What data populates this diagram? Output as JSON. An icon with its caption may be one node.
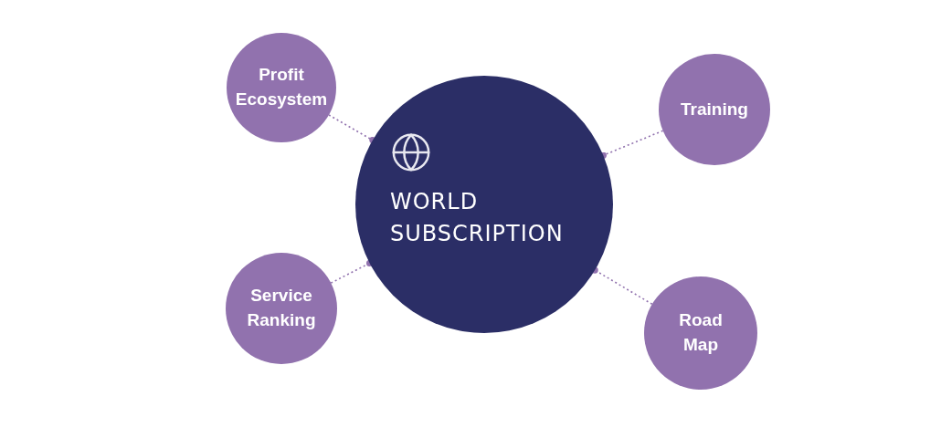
{
  "diagram": {
    "nodes": [
      {
        "text": [
          "WORLD SUBSCRIPTION"
        ]
      },
      {
        "text": [
          "Profit Ecosystem"
        ]
      },
      {
        "text": [
          "Training"
        ]
      },
      {
        "text": [
          "Service Ranking"
        ]
      },
      {
        "text": [
          "Road Map"
        ]
      }
    ],
    "edges": [
      {
        "from": 1,
        "to": 0,
        "arrow": "other",
        "style": "dashed"
      },
      {
        "from": 2,
        "to": 0,
        "arrow": "other",
        "style": "dashed"
      },
      {
        "from": 3,
        "to": 0,
        "arrow": "other",
        "style": "dashed"
      },
      {
        "from": 4,
        "to": 0,
        "arrow": "other",
        "style": "dashed"
      }
    ]
  }
}
